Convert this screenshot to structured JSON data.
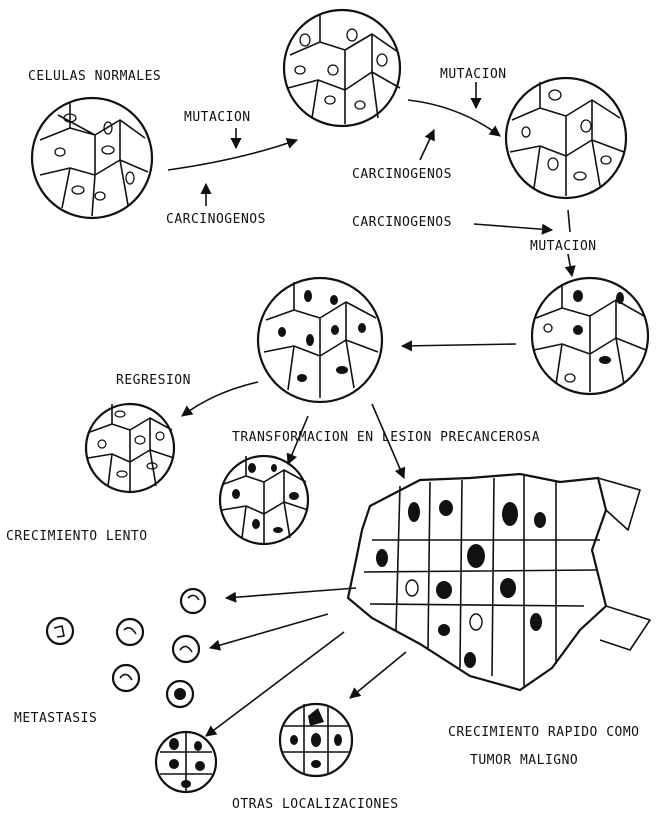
{
  "labels": {
    "normal_cells": "CELULAS NORMALES",
    "mutation_1": "MUTACION",
    "carcinogens_1": "CARCINOGENOS",
    "mutation_2": "MUTACION",
    "carcinogens_2": "CARCINOGENOS",
    "carcinogens_3": "CARCINOGENOS",
    "mutation_3": "MUTACION",
    "regression": "REGRESION",
    "transformation": "TRANSFORMACION EN LESION PRECANCEROSA",
    "slow_growth": "CRECIMIENTO LENTO",
    "metastasis": "METASTASIS",
    "malignant_1": "CRECIMIENTO RAPIDO COMO",
    "malignant_2": "TUMOR MALIGNO",
    "other_sites": "OTRAS LOCALIZACIONES"
  },
  "colors": {
    "ink": "#111111",
    "paper": "#ffffff"
  }
}
